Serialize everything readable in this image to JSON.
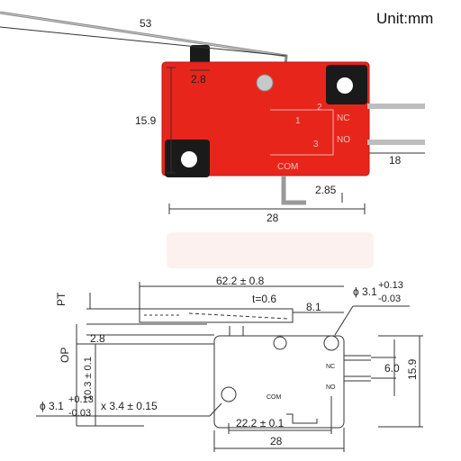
{
  "unit_label": "Unit:mm",
  "photo_dims": {
    "lever_length": "53",
    "actuator_width": "2.8",
    "body_height": "15.9",
    "terminal_length": "18",
    "lever_offset": "2.85",
    "body_length": "28"
  },
  "body_markings": {
    "nc": "NC",
    "no": "NO",
    "com": "COM",
    "pin1": "1",
    "pin2": "2",
    "pin3": "3"
  },
  "drawing_dims": {
    "pt": "PT",
    "op": "OP",
    "overall": "62.2 ± 0.8",
    "thickness": "t=0.6",
    "tip": "8.1",
    "top_hole_dia": "ϕ 3.1",
    "top_hole_tol_plus": "+0.13",
    "top_hole_tol_minus": "-0.03",
    "offset_left": "2.8",
    "op_height": "10.3 ± 0.1",
    "bottom_hole_dia": "ϕ 3.1",
    "bottom_hole_tol_plus": "+0.13",
    "bottom_hole_tol_minus": "-0.03",
    "slot": "x 3.4 ± 0.15",
    "terminal_pitch": "6.0",
    "height": "15.9",
    "hole_spacing": "22.2 ± 0.1",
    "length": "28",
    "nc_label": "NC",
    "no_label": "NO",
    "com_label": "COM"
  },
  "colors": {
    "body_red": "#e8251b",
    "mount_black": "#1a1a1a",
    "line": "#333333"
  }
}
